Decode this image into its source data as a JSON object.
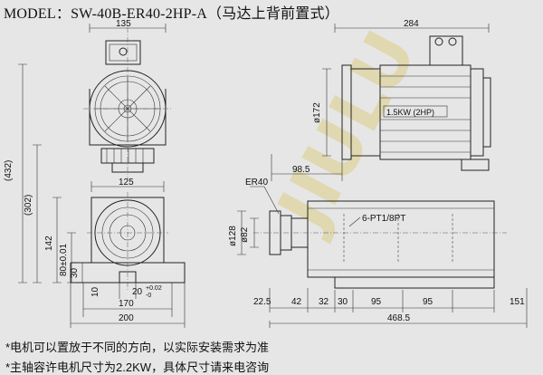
{
  "title": "MODEL：SW-40B-ER40-2HP-A（马达上背前置式）",
  "watermark": "JIULU",
  "motor_label": "1.5KW (2HP)",
  "collet_label": "ER40",
  "port_label": "6-PT1/8PT",
  "dims": {
    "w135": "135",
    "w125": "125",
    "h432": "(432)",
    "h302": "(302)",
    "h142": "142",
    "h80": "80±0.01",
    "h30": "30",
    "h10": "10",
    "w20": "20",
    "tol20": "+0.02",
    "tol20b": "-0",
    "w170": "170",
    "w200": "200",
    "l284": "284",
    "d172": "ø172",
    "l98_5": "98.5",
    "d128": "ø128",
    "d82": "ø82",
    "s22_5": "22.5",
    "s42": "42",
    "s32": "32",
    "s30": "30",
    "s95a": "95",
    "s95b": "95",
    "s151": "151",
    "l468_5": "468.5"
  },
  "notes": [
    "*电机可以置放于不同的方向，以实际安装需求为准",
    "*主轴容许电机尺寸为2.2KW，具体尺寸请来电咨询"
  ]
}
